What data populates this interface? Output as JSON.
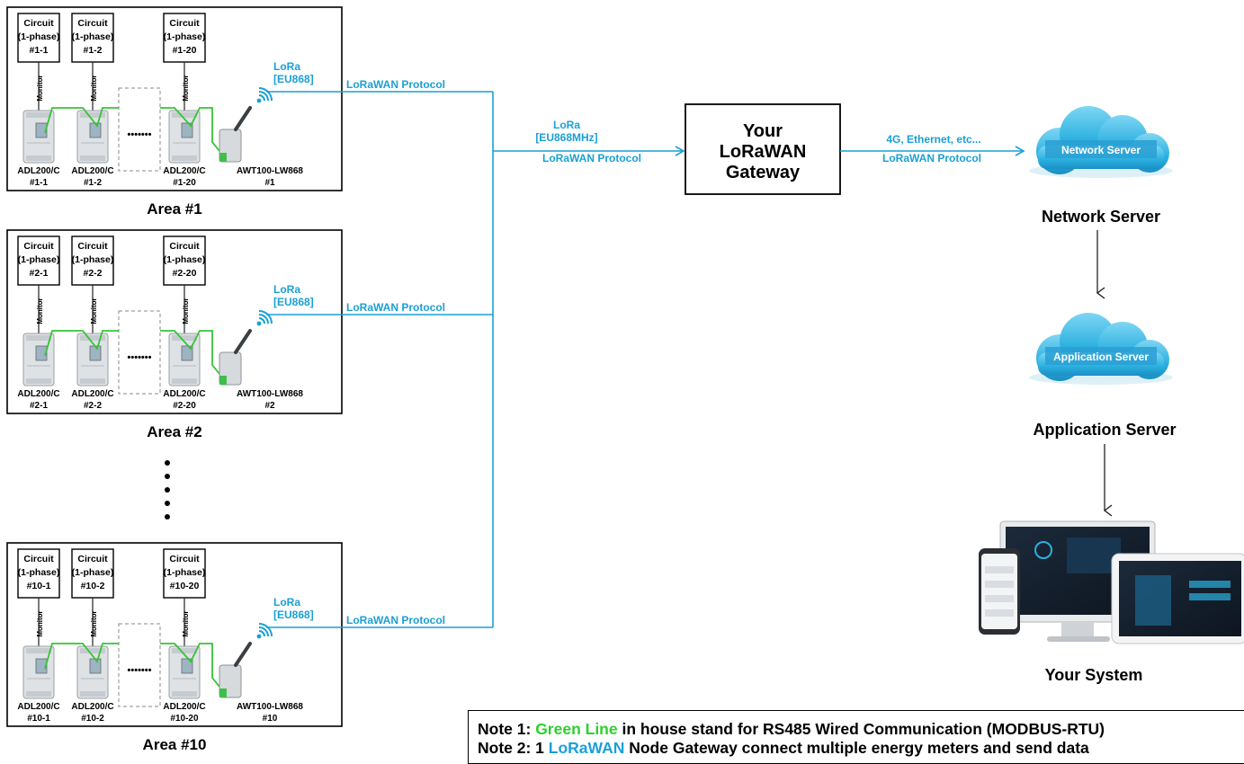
{
  "colors": {
    "lora": "#1a9fd6",
    "rs485": "#35c435",
    "meter": "#d9dde0",
    "cloud": "#2ab0e0"
  },
  "areas": [
    {
      "title": "Area #1",
      "circuits": [
        [
          "Circuit",
          "(1-phase)",
          "#1-1"
        ],
        [
          "Circuit",
          "(1-phase)",
          "#1-2"
        ],
        [
          "Circuit",
          "(1-phase)",
          "#1-20"
        ]
      ],
      "meters": [
        [
          "ADL200/C",
          "#1-1"
        ],
        [
          "ADL200/C",
          "#1-2"
        ],
        [
          "ADL200/C",
          "#1-20"
        ]
      ],
      "gateway": [
        "AWT100-LW868",
        "#1"
      ],
      "lora": [
        "LoRa",
        "[EU868]"
      ],
      "protocol": "LoRaWAN Protocol"
    },
    {
      "title": "Area #2",
      "circuits": [
        [
          "Circuit",
          "(1-phase)",
          "#2-1"
        ],
        [
          "Circuit",
          "(1-phase)",
          "#2-2"
        ],
        [
          "Circuit",
          "(1-phase)",
          "#2-20"
        ]
      ],
      "meters": [
        [
          "ADL200/C",
          "#2-1"
        ],
        [
          "ADL200/C",
          "#2-2"
        ],
        [
          "ADL200/C",
          "#2-20"
        ]
      ],
      "gateway": [
        "AWT100-LW868",
        "#2"
      ],
      "lora": [
        "LoRa",
        "[EU868]"
      ],
      "protocol": "LoRaWAN Protocol"
    },
    {
      "title": "Area #10",
      "circuits": [
        [
          "Circuit",
          "(1-phase)",
          "#10-1"
        ],
        [
          "Circuit",
          "(1-phase)",
          "#10-2"
        ],
        [
          "Circuit",
          "(1-phase)",
          "#10-20"
        ]
      ],
      "meters": [
        [
          "ADL200/C",
          "#10-1"
        ],
        [
          "ADL200/C",
          "#10-2"
        ],
        [
          "ADL200/C",
          "#10-20"
        ]
      ],
      "gateway": [
        "AWT100-LW868",
        "#10"
      ],
      "lora": [
        "LoRa",
        "[EU868]"
      ],
      "protocol": "LoRaWAN Protocol"
    }
  ],
  "monitor_label": "Monitor",
  "ellipsis": "•••••••",
  "uplink": {
    "lora": [
      "LoRa",
      "[EU868MHz]"
    ],
    "protocol": "LoRaWAN Protocol"
  },
  "gateway": {
    "lines": [
      "Your",
      "LoRaWAN",
      "Gateway"
    ]
  },
  "backhaul": {
    "medium": "4G, Ethernet, etc...",
    "protocol": "LoRaWAN Protocol"
  },
  "network_server": {
    "cloud_label": "Network Server",
    "caption": "Network Server"
  },
  "application_server": {
    "cloud_label": "Application Server",
    "caption": "Application Server"
  },
  "system": {
    "caption": "Your System"
  },
  "notes": {
    "note1_prefix": "Note 1: ",
    "note1_highlight": "Green Line",
    "note1_rest": " in house stand for RS485 Wired Communication (MODBUS-RTU)",
    "note2_prefix": "Note 2: 1 ",
    "note2_highlight": "LoRaWAN",
    "note2_rest": " Node Gateway connect multiple energy meters and send data"
  }
}
